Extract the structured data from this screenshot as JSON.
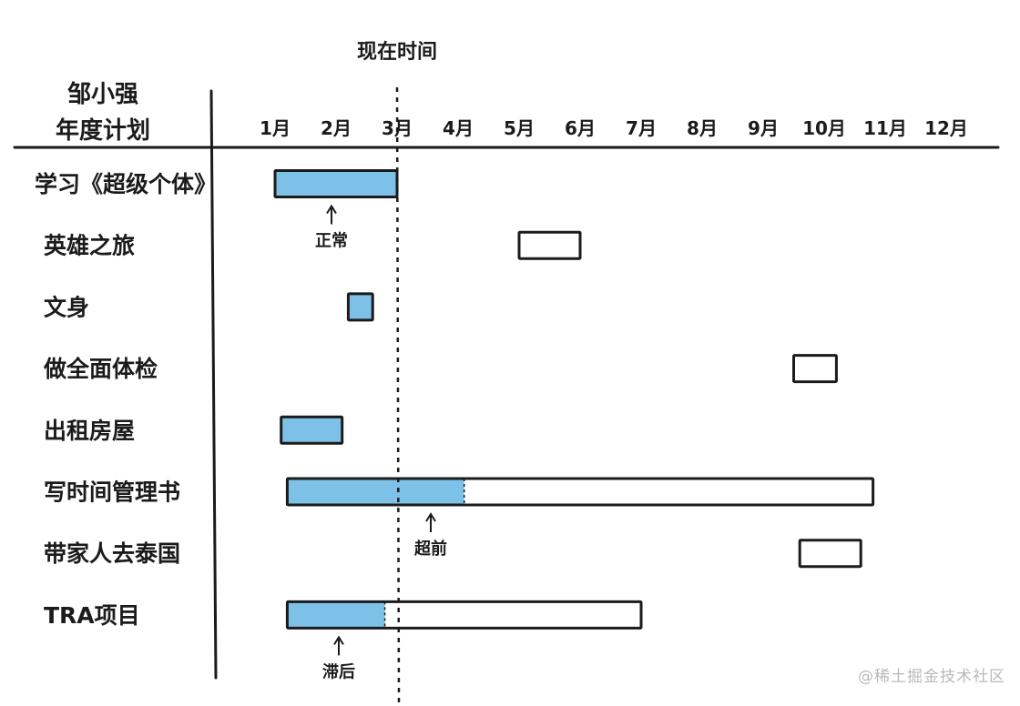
{
  "chart_data": {
    "type": "gantt",
    "title_lines": [
      "邹小强",
      "年度计划"
    ],
    "now_label": "现在时间",
    "now_month": 3,
    "months": [
      "1月",
      "2月",
      "3月",
      "4月",
      "5月",
      "6月",
      "7月",
      "8月",
      "9月",
      "10月",
      "11月",
      "12月"
    ],
    "tasks": [
      {
        "name": "学习《超级个体》",
        "start": 1.0,
        "end": 3.0,
        "done_until": 3.0,
        "note": "正常"
      },
      {
        "name": "英雄之旅",
        "start": 5.0,
        "end": 6.0,
        "done_until": null,
        "note": ""
      },
      {
        "name": "文身",
        "start": 2.2,
        "end": 2.6,
        "done_until": 2.6,
        "note": ""
      },
      {
        "name": "做全面体检",
        "start": 9.5,
        "end": 10.2,
        "done_until": null,
        "note": ""
      },
      {
        "name": "出租房屋",
        "start": 1.1,
        "end": 2.1,
        "done_until": 2.1,
        "note": ""
      },
      {
        "name": "写时间管理书",
        "start": 1.2,
        "end": 10.8,
        "done_until": 4.1,
        "note": "超前"
      },
      {
        "name": "带家人去泰国",
        "start": 9.6,
        "end": 10.6,
        "done_until": null,
        "note": ""
      },
      {
        "name": "TRA项目",
        "start": 1.2,
        "end": 7.0,
        "done_until": 2.8,
        "note": "滞后"
      }
    ],
    "colors": {
      "done": "#7ec1e8",
      "line": "#1b1b1b"
    }
  },
  "watermark": "@稀土掘金技术社区"
}
